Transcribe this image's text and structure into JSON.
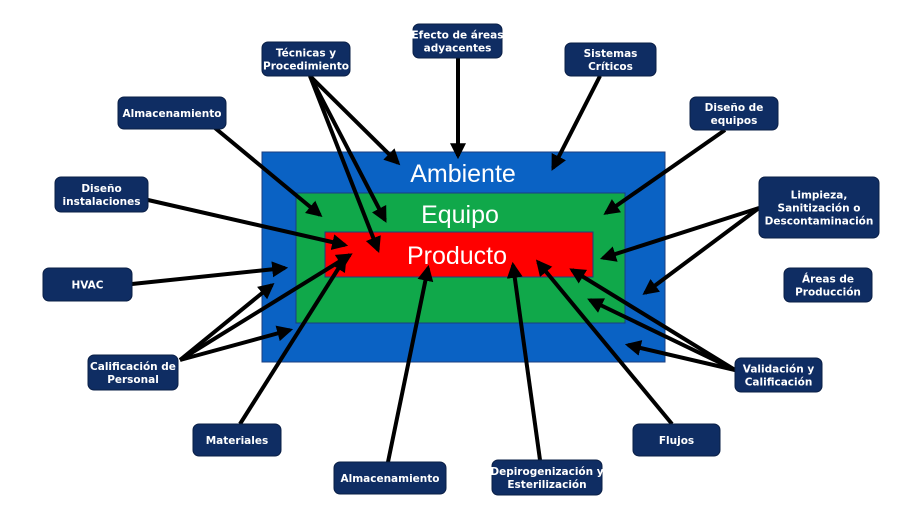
{
  "colors": {
    "ambiente": "#0a62c4",
    "equipo": "#10a84a",
    "producto": "#ff0000",
    "box": "#0f2d63"
  },
  "layers": {
    "ambiente": "Ambiente",
    "equipo": "Equipo",
    "producto": "Producto"
  },
  "boxes": {
    "tecnicas": [
      "Técnicas y",
      "Procedimiento"
    ],
    "efecto": [
      "Efecto de áreas",
      "adyacentes"
    ],
    "sistemas": [
      "Sistemas",
      "Críticos"
    ],
    "almacen_top": [
      "Almacenamiento"
    ],
    "diseno_equipos": [
      "Diseño de",
      "equipos"
    ],
    "diseno_inst": [
      "Diseño",
      "instalaciones"
    ],
    "limpieza": [
      "Limpieza,",
      "Sanitización o",
      "Descontaminación"
    ],
    "hvac": [
      "HVAC"
    ],
    "areas": [
      "Áreas de",
      "Producción"
    ],
    "calificacion": [
      "Calificación de",
      "Personal"
    ],
    "validacion": [
      "Validación y",
      "Calificación"
    ],
    "materiales": [
      "Materiales"
    ],
    "almacen_bot": [
      "Almacenamiento"
    ],
    "depiro": [
      "Depirogenización y",
      "Esterilización"
    ],
    "flujos": [
      "Flujos"
    ]
  }
}
